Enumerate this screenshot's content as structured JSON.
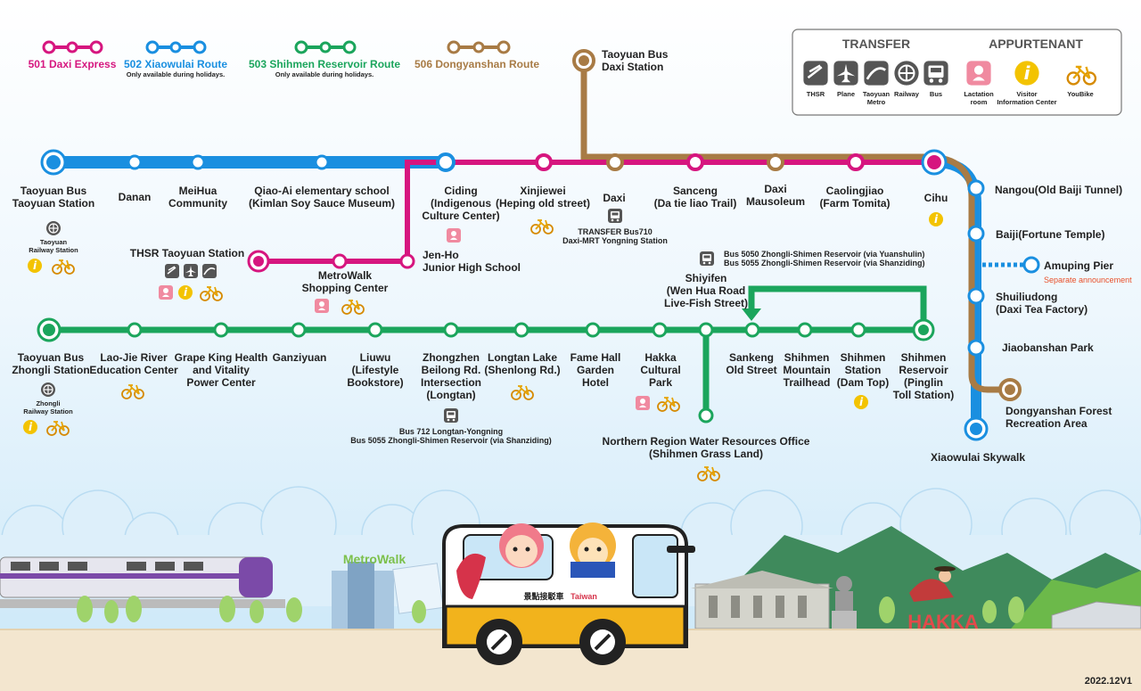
{
  "legend": {
    "r501": {
      "label": "501 Daxi Express",
      "color": "#d6167f"
    },
    "r502": {
      "label": "502 Xiaowulai Route",
      "note": "Only available during holidays.",
      "color": "#1a8fe0"
    },
    "r503": {
      "label": "503 Shihmen Reservoir Route",
      "note": "Only available during holidays.",
      "color": "#1ba55c"
    },
    "r506": {
      "label": "506 Dongyanshan Route",
      "color": "#a87b45"
    }
  },
  "icon_box": {
    "transfer_title": "TRANSFER",
    "appurtenant_title": "APPURTENANT",
    "thsr": "THSR",
    "plane": "Plane",
    "metro1": "Taoyuan",
    "metro2": "Metro",
    "railway": "Railway",
    "bus": "Bus",
    "lact1": "Lactation",
    "lact2": "room",
    "visitor1": "Visitor",
    "visitor2": "Information Center",
    "youbike": "YouBike"
  },
  "stations": {
    "daxi_station": [
      "Taoyuan Bus",
      "Daxi Station"
    ],
    "ty_station": [
      "Taoyuan Bus",
      "Taoyuan Station"
    ],
    "ty_rail": [
      "Taoyuan",
      "Railway Station"
    ],
    "danan": [
      "Danan"
    ],
    "meihua": [
      "MeiHua",
      "Community"
    ],
    "qiaoai": [
      "Qiao-Ai elementary school",
      "(Kimlan Soy Sauce Museum)"
    ],
    "ciding": [
      "Ciding",
      "(Indigenous",
      "Culture Center)"
    ],
    "xinjiewei": [
      "Xinjiewei",
      "(Heping old street)"
    ],
    "daxi": [
      "Daxi"
    ],
    "daxi_transfer": [
      "TRANSFER Bus710",
      "Daxi-MRT Yongning Station"
    ],
    "sanceng": [
      "Sanceng",
      "(Da tie liao Trail)"
    ],
    "mausoleum": [
      "Daxi",
      "Mausoleum"
    ],
    "caolingjiao": [
      "Caolingjiao",
      "(Farm Tomita)"
    ],
    "cihu": [
      "Cihu"
    ],
    "thsr": [
      "THSR Taoyuan Station"
    ],
    "metrowalk": [
      "MetroWalk",
      "Shopping Center"
    ],
    "jenho": [
      "Jen-Ho",
      "Junior High School"
    ],
    "nangou": [
      "Nangou(Old Baiji Tunnel)"
    ],
    "baiji": [
      "Baiji(Fortune Temple)"
    ],
    "amuping": [
      "Amuping Pier"
    ],
    "amuping_note": [
      "Separate announcement"
    ],
    "shuiliudong": [
      "Shuiliudong",
      "(Daxi Tea Factory)"
    ],
    "jiaobanshan": [
      "Jiaobanshan Park"
    ],
    "dongyanshan": [
      "Dongyanshan Forest",
      "Recreation Area"
    ],
    "skywalk": [
      "Xiaowulai Skywalk"
    ],
    "zl_station": [
      "Taoyuan Bus",
      "Zhongli Station"
    ],
    "zl_rail": [
      "Zhongli",
      "Railway  Station"
    ],
    "laojie": [
      "Lao-Jie River",
      "Education Center"
    ],
    "grapeking": [
      "Grape King Health",
      "and Vitality",
      "Power Center"
    ],
    "ganziyuan": [
      "Ganziyuan"
    ],
    "liuwu": [
      "Liuwu",
      "(Lifestyle",
      "Bookstore)"
    ],
    "zhongzhen": [
      "Zhongzhen",
      "Beilong Rd.",
      "Intersection",
      "(Longtan)"
    ],
    "zhongzhen_bus": [
      "Bus 712 Longtan-Yongning",
      "Bus 5055 Zhongli-Shimen Reservoir (via Shanziding)"
    ],
    "longtan": [
      "Longtan Lake",
      "(Shenlong Rd.)"
    ],
    "famehall": [
      "Fame Hall",
      "Garden",
      "Hotel"
    ],
    "hakka": [
      "Hakka",
      "Cultural",
      "Park"
    ],
    "northern": [
      "Northern Region Water Resources Office",
      "(Shihmen Grass Land)"
    ],
    "sankeng": [
      "Sankeng",
      "Old Street"
    ],
    "shihmen_mtn": [
      "Shihmen",
      "Mountain",
      "Trailhead"
    ],
    "shihmen_st": [
      "Shihmen",
      "Station",
      "(Dam Top)"
    ],
    "shihmen_res": [
      "Shihmen",
      "Reservoir",
      "(Pinglin",
      "Toll Station)"
    ],
    "shiyifen": [
      "Shiyifen",
      "(Wen Hua Road",
      "Live-Fish Street)"
    ],
    "shiyifen_bus": [
      "Bus 5050 Zhongli-Shimen Reservoir (via Yuanshulin)",
      "Bus 5055 Zhongli-Shimen Reservoir (via Shanziding)"
    ]
  },
  "scenery": {
    "metrowalk_sign": "MetroWalk",
    "hakka_sign": "HAKKA",
    "bus_sign": "景點接駁車",
    "bus_logo": "Taiwan"
  },
  "version": "2022.12V1"
}
